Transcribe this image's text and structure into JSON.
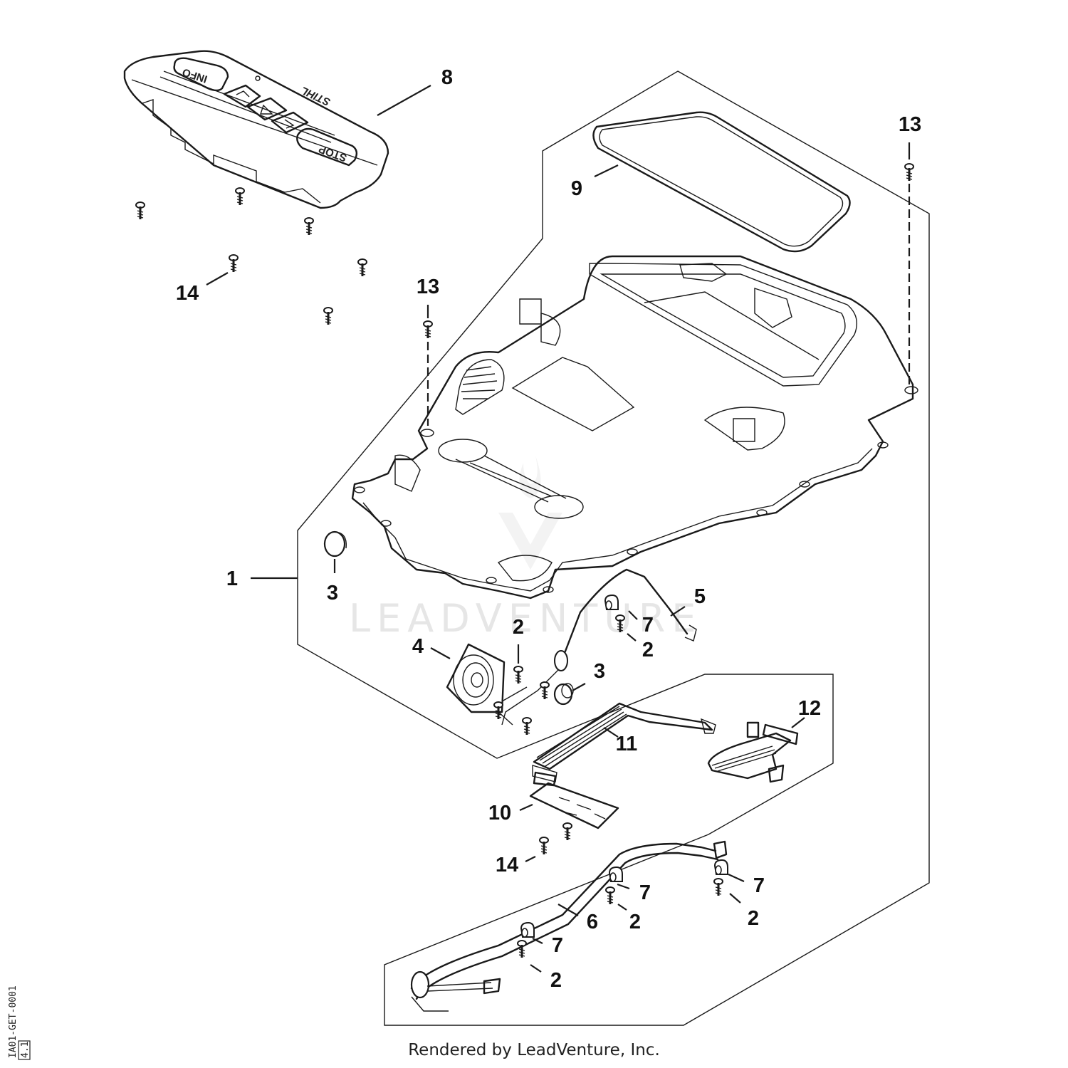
{
  "diagram": {
    "watermark": "LEADVENTURE",
    "drawing_ref": "IA01-GET-0001",
    "drawing_sub": "4.1",
    "panel_buttons": {
      "info": "INFO",
      "stop": "STOP",
      "brand": "STIHL"
    },
    "callouts": [
      {
        "id": "c8",
        "text": "8"
      },
      {
        "id": "c13a",
        "text": "13"
      },
      {
        "id": "c9",
        "text": "9"
      },
      {
        "id": "c14a",
        "text": "14"
      },
      {
        "id": "c13b",
        "text": "13"
      },
      {
        "id": "c1",
        "text": "1"
      },
      {
        "id": "c3a",
        "text": "3"
      },
      {
        "id": "c5",
        "text": "5"
      },
      {
        "id": "c7a",
        "text": "7"
      },
      {
        "id": "c2a",
        "text": "2"
      },
      {
        "id": "c2b",
        "text": "2"
      },
      {
        "id": "c4",
        "text": "4"
      },
      {
        "id": "c3b",
        "text": "3"
      },
      {
        "id": "c12",
        "text": "12"
      },
      {
        "id": "c11",
        "text": "11"
      },
      {
        "id": "c10",
        "text": "10"
      },
      {
        "id": "c14b",
        "text": "14"
      },
      {
        "id": "c7b",
        "text": "7"
      },
      {
        "id": "c7c",
        "text": "7"
      },
      {
        "id": "c6",
        "text": "6"
      },
      {
        "id": "c2c",
        "text": "2"
      },
      {
        "id": "c2d",
        "text": "2"
      },
      {
        "id": "c7d",
        "text": "7"
      },
      {
        "id": "c2e",
        "text": "2"
      }
    ]
  },
  "footer": {
    "text": "Rendered by LeadVenture, Inc."
  }
}
